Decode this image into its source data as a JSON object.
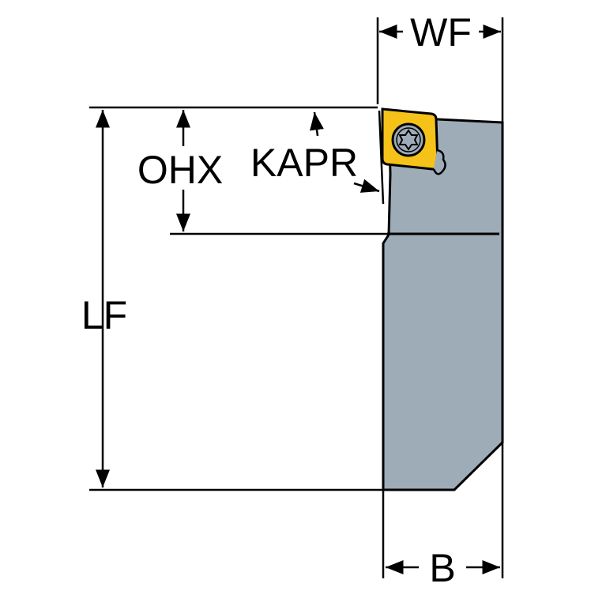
{
  "labels": {
    "wf": "WF",
    "ohx": "OHX",
    "kapr": "KAPR",
    "lf": "LF",
    "b": "B"
  },
  "colors": {
    "body": "#9eacb8",
    "insert": "#f5c21a",
    "line": "#000000"
  }
}
